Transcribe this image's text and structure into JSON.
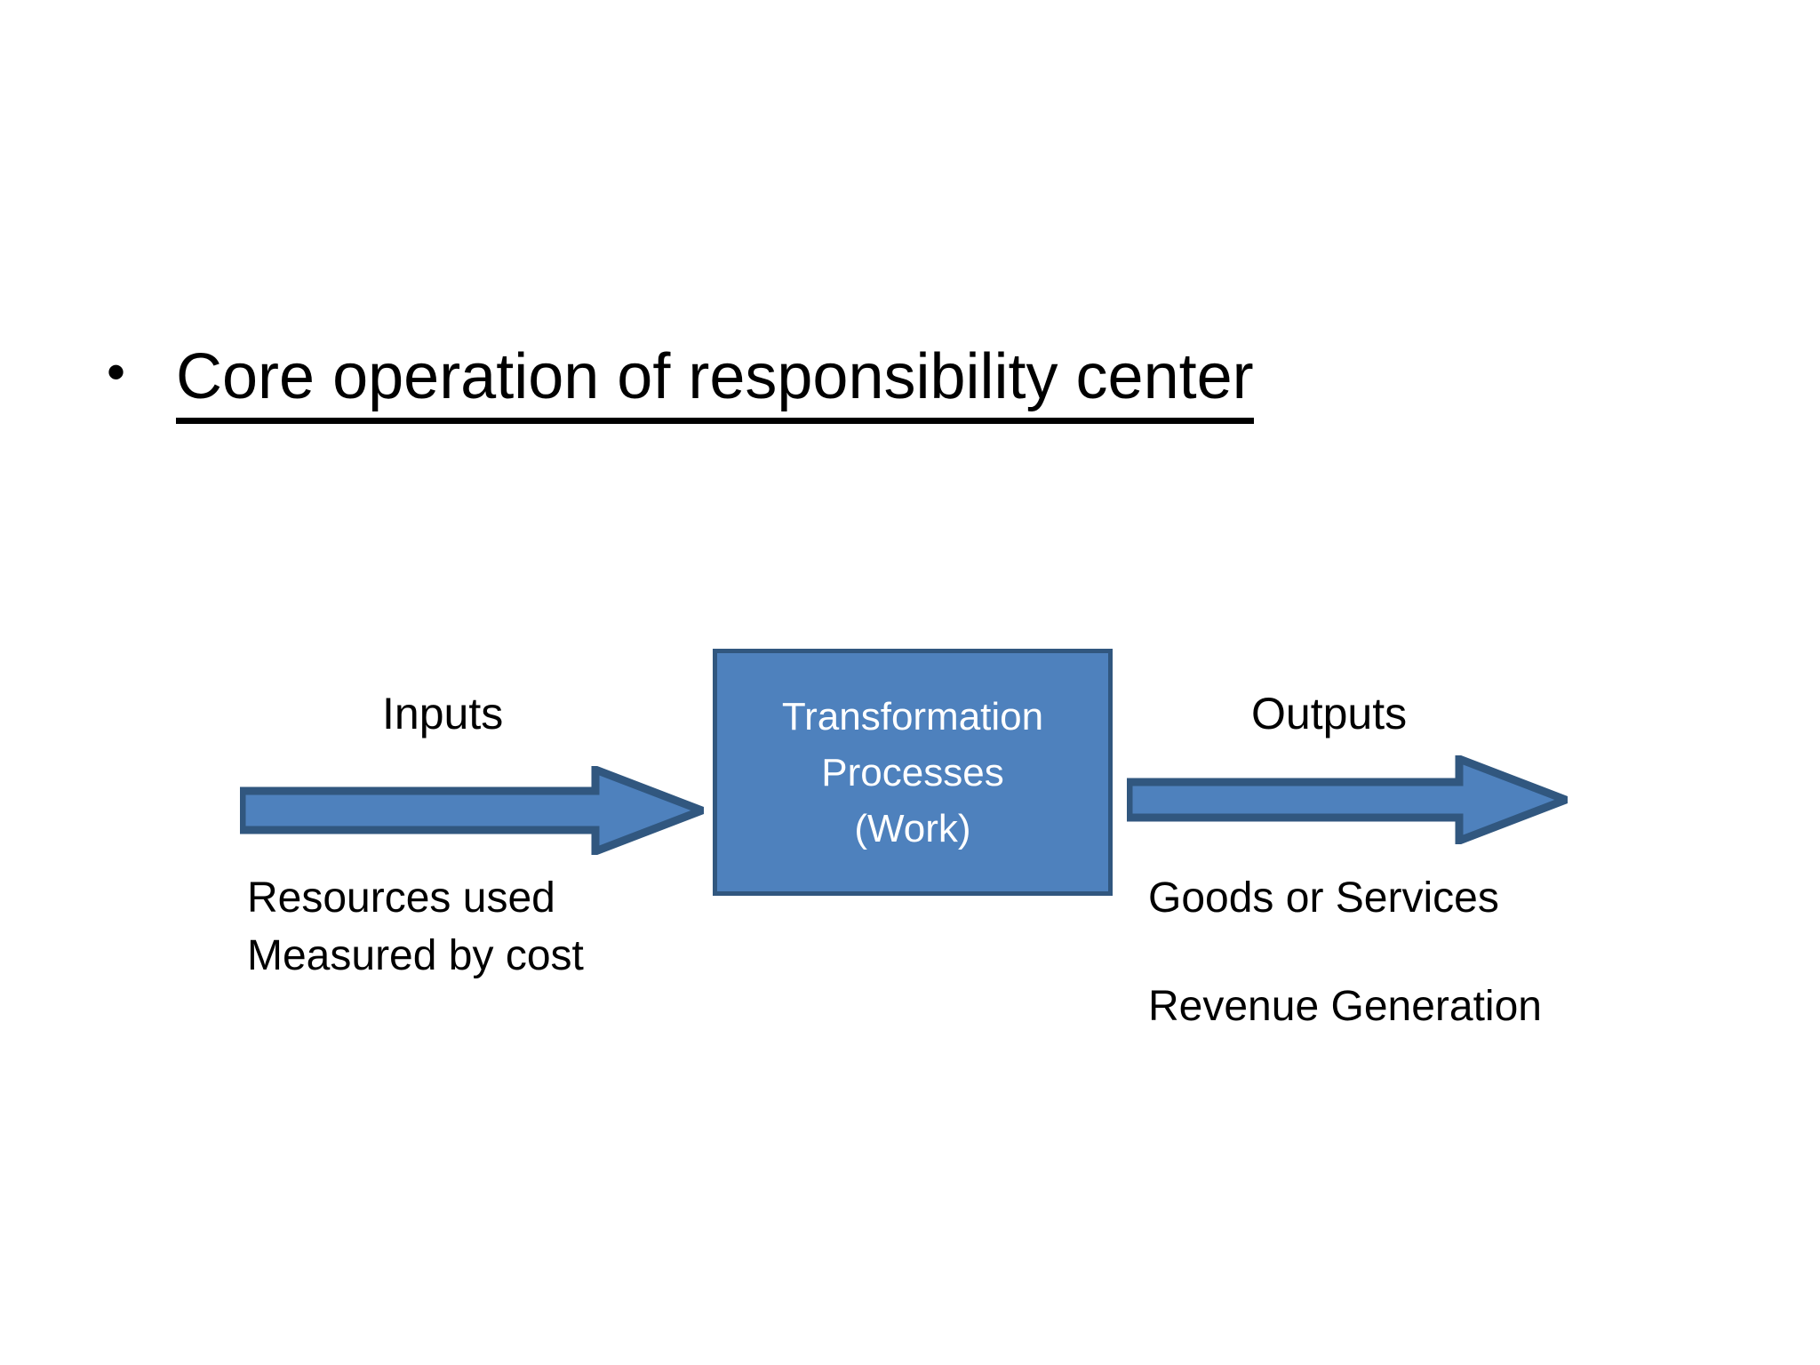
{
  "slide": {
    "background_color": "#FFFFFF",
    "title": {
      "bullet_glyph": "•",
      "text": "Core operation of responsibility center",
      "underlined": true,
      "color": "#000000"
    }
  },
  "diagram": {
    "type": "input-process-output",
    "accent_fill": "#4E81BD",
    "accent_border": "#31577F",
    "process": {
      "lines": [
        "Transformation",
        "Processes",
        "(Work)"
      ],
      "text_color": "#FFFFFF"
    },
    "flows": [
      {
        "id": "inputs",
        "label": "Inputs",
        "arrow_direction": "right",
        "details": [
          "Resources used",
          "Measured by cost"
        ]
      },
      {
        "id": "outputs",
        "label": "Outputs",
        "arrow_direction": "right",
        "details": [
          "Goods or Services",
          "Revenue Generation"
        ]
      }
    ]
  }
}
